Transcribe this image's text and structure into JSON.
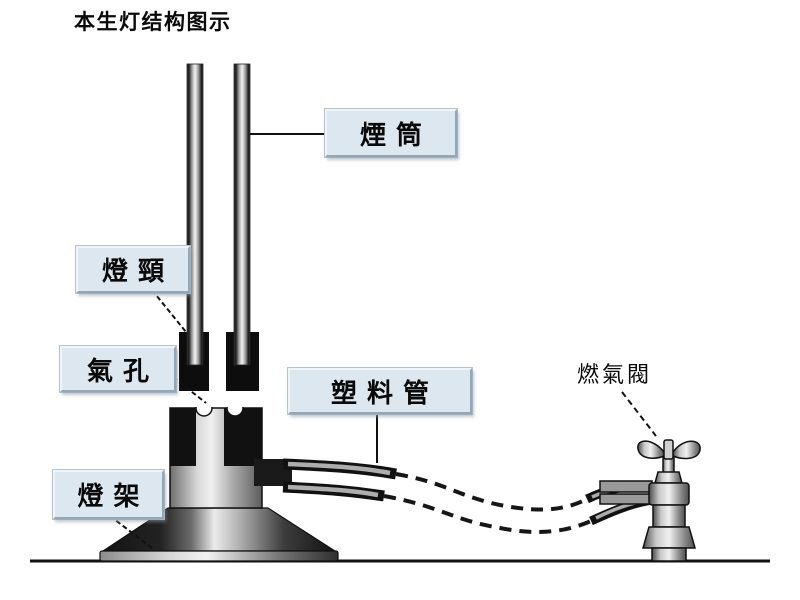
{
  "title": "本生灯结构图示",
  "callouts": {
    "barrel": {
      "text": "煙筒"
    },
    "neck": {
      "text": "燈頸"
    },
    "air_hole": {
      "text": "氣孔"
    },
    "stand": {
      "text": "燈架"
    },
    "plastic_tube": {
      "text": "塑料管"
    },
    "gas_valve": {
      "text": "燃氣閥"
    }
  },
  "colors": {
    "background": "#ffffff",
    "label_box_bg": "#dde7ef",
    "label_box_border_light": "#eff5f9",
    "label_box_border_dark": "#94a7b4",
    "line": "#111111",
    "metal_dark": "#1a1a1a",
    "metal_mid": "#999999",
    "metal_light": "#f0f0f0"
  }
}
